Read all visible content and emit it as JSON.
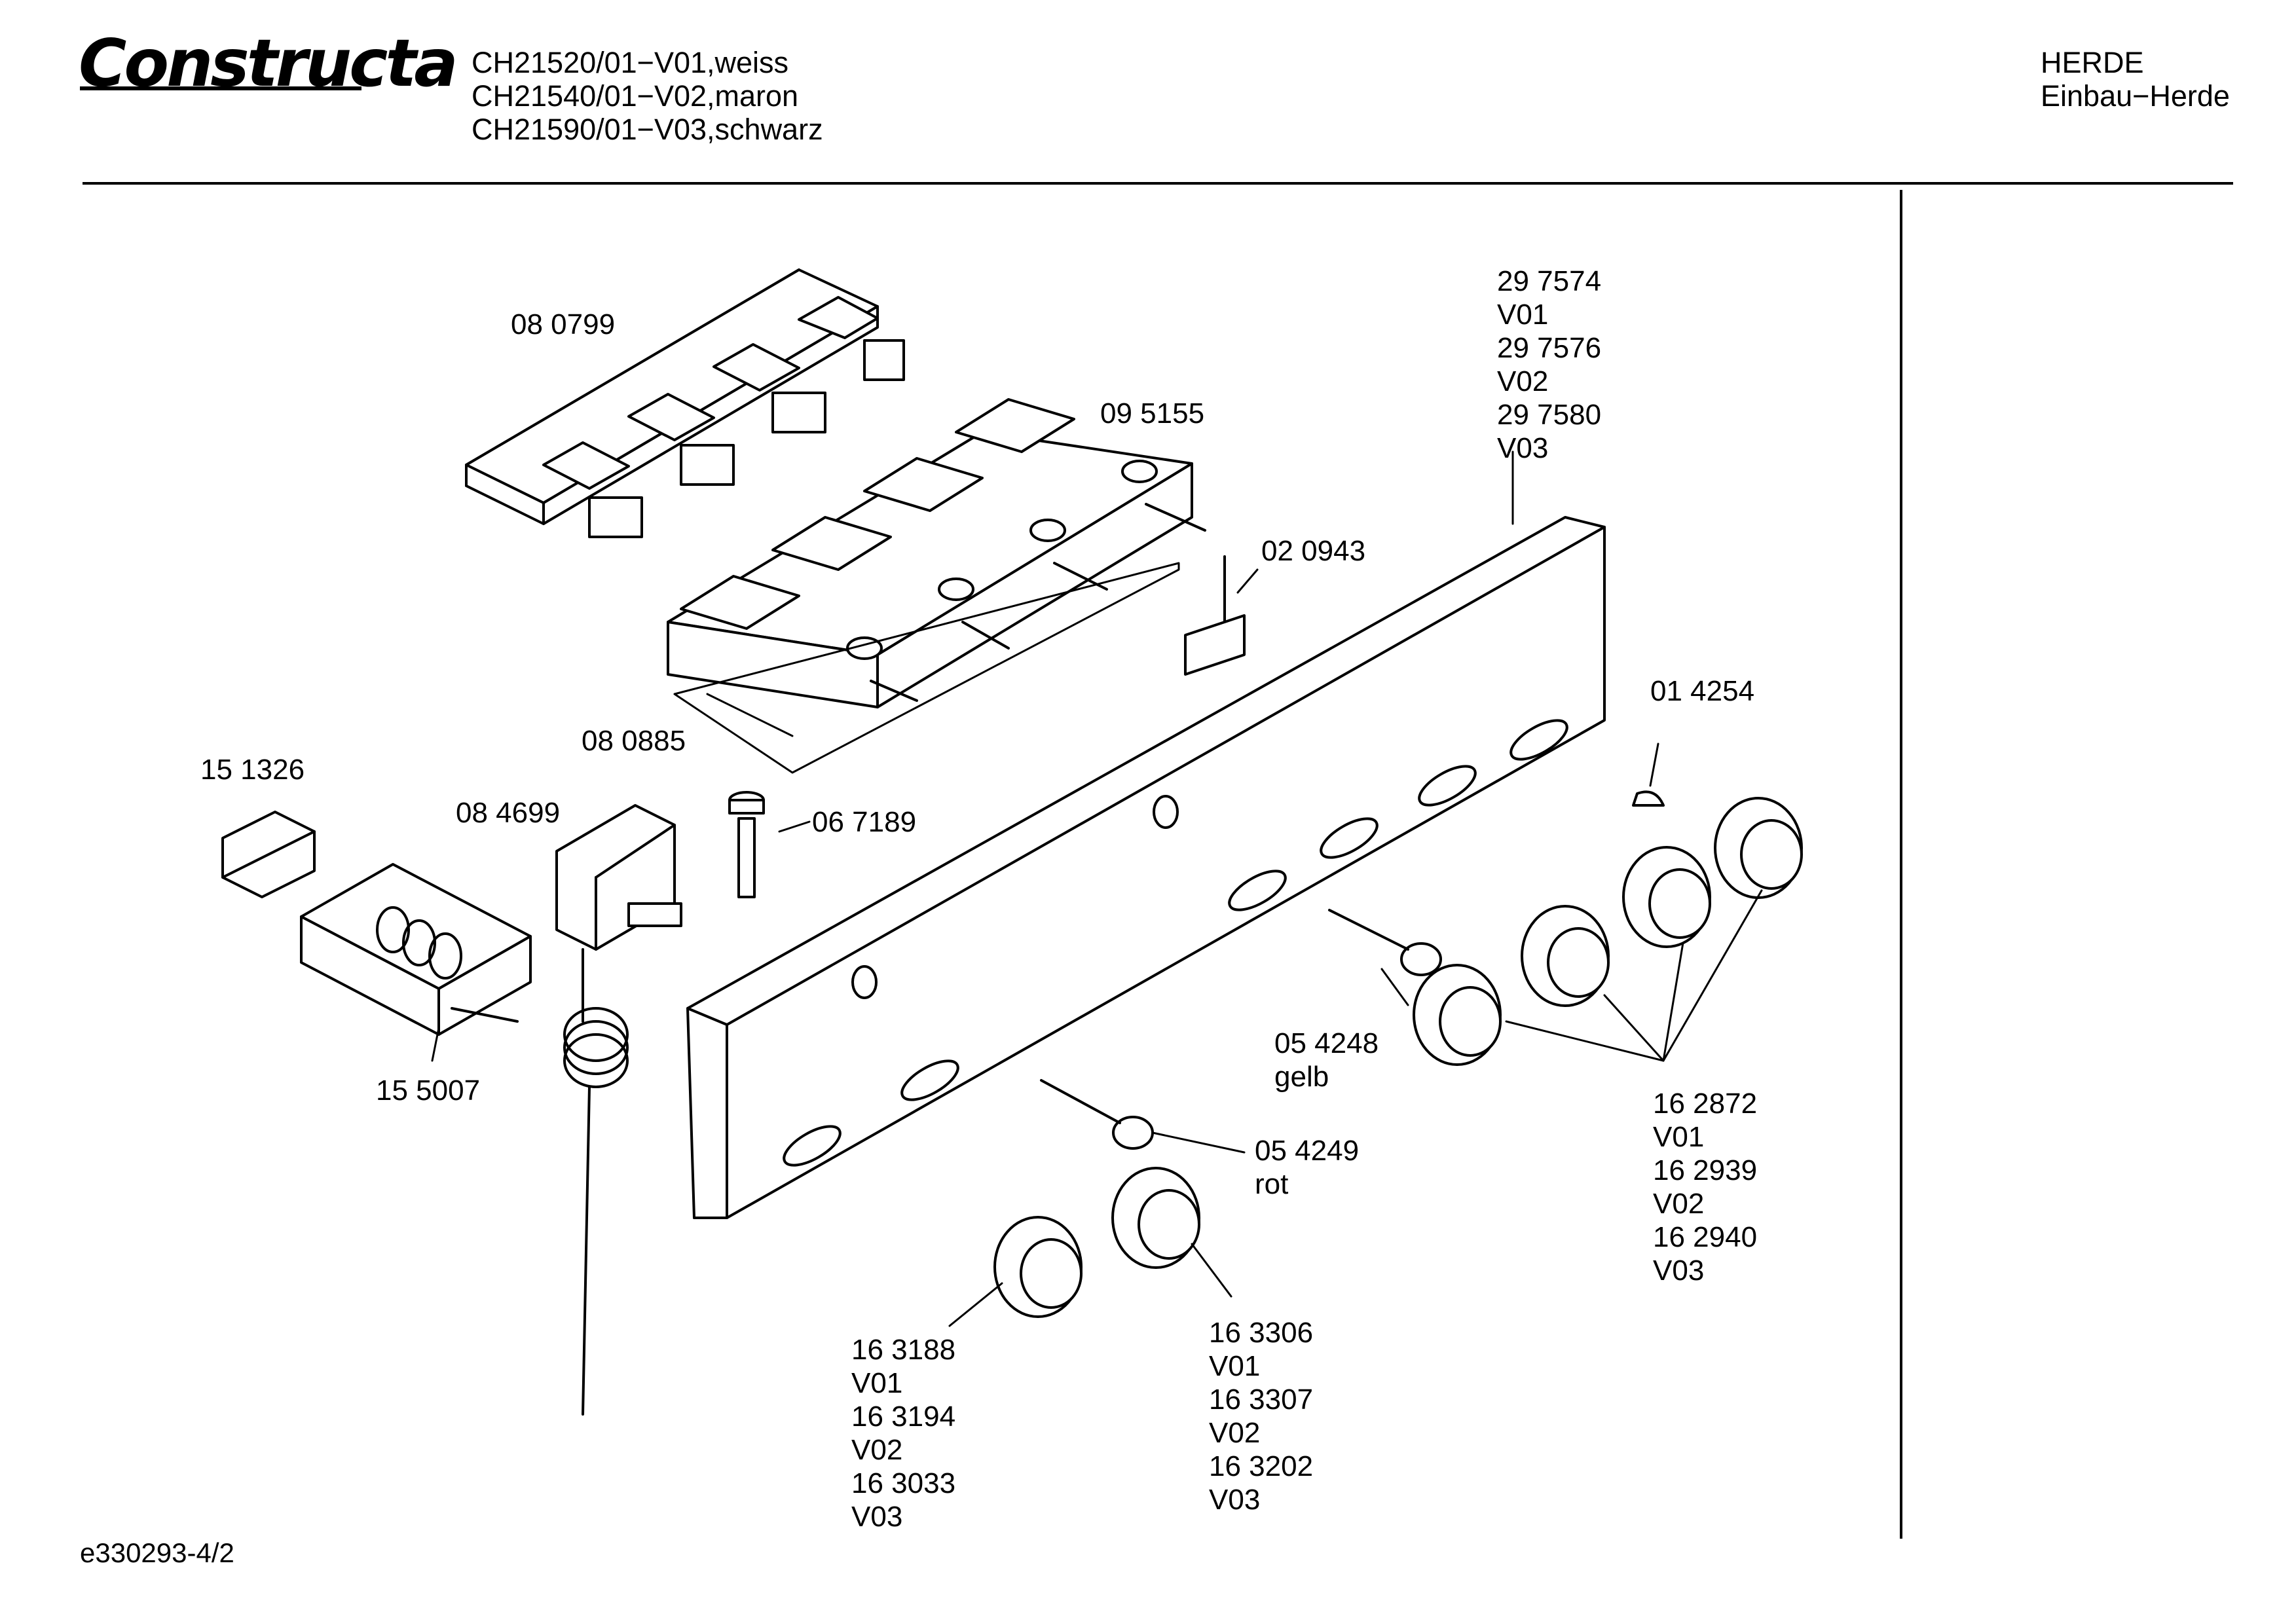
{
  "header": {
    "brand": "Constructa",
    "models": [
      "CH21520/01−V01,weiss",
      "CH21540/01−V02,maron",
      "CH21590/01−V03,schwarz"
    ],
    "category": "HERDE",
    "subcategory": "Einbau−Herde"
  },
  "parts": {
    "p080799": "08 0799",
    "p095155": "09 5155",
    "p297574": "29 7574",
    "p297574_v": "V01",
    "p297576": "29 7576",
    "p297576_v": "V02",
    "p297580": "29 7580",
    "p297580_v": "V03",
    "p020943": "02 0943",
    "p080885": "08 0885",
    "p014254": "01 4254",
    "p151326": "15 1326",
    "p084699": "08 4699",
    "p067189": "06 7189",
    "p155007": "15 5007",
    "p054248": "05 4248",
    "p054248_c": "gelb",
    "p054249": "05 4249",
    "p054249_c": "rot",
    "k162872": "16 2872",
    "k162872_v": "V01",
    "k162939": "16 2939",
    "k162939_v": "V02",
    "k162940": "16 2940",
    "k162940_v": "V03",
    "k163188": "16 3188",
    "k163188_v": "V01",
    "k163194": "16 3194",
    "k163194_v": "V02",
    "k163033": "16 3033",
    "k163033_v": "V03",
    "k163306": "16 3306",
    "k163306_v": "V01",
    "k163307": "16 3307",
    "k163307_v": "V02",
    "k163202": "16 3202",
    "k163202_v": "V03"
  },
  "footer": {
    "doc_id": "e330293-4/2"
  }
}
